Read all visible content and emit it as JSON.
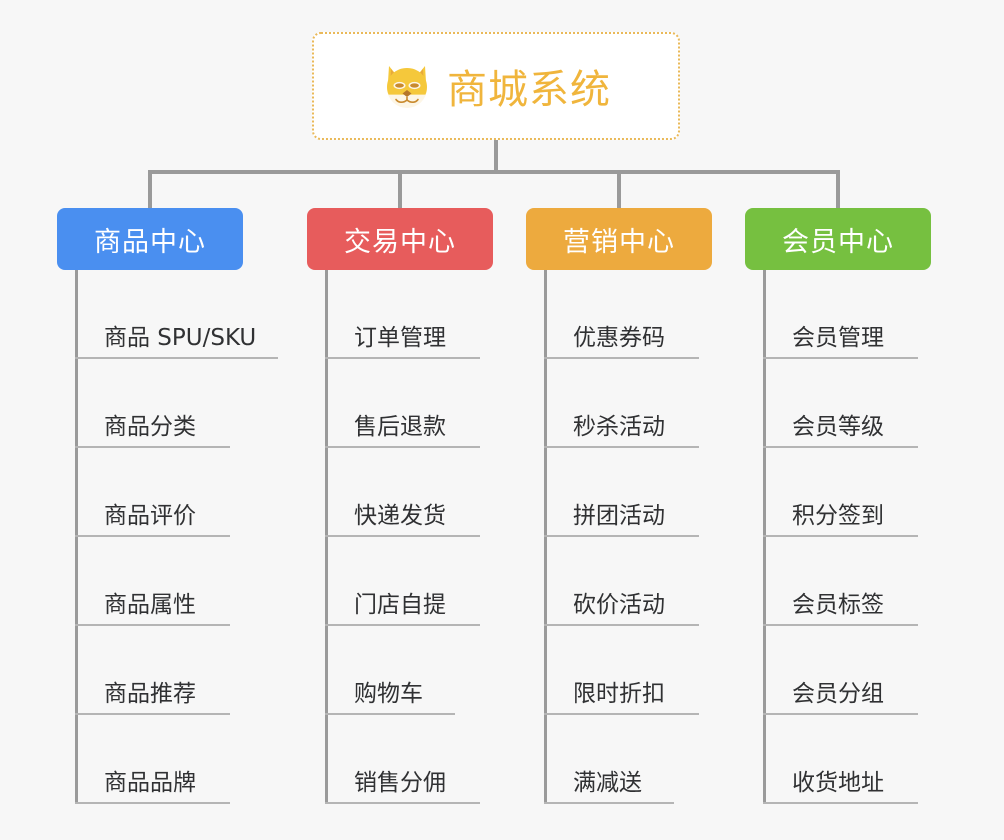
{
  "page": {
    "background_color": "#f7f7f7",
    "line_color": "#9a9a9a",
    "underline_color": "#b5b5b5",
    "leaf_text_color": "#303133"
  },
  "root": {
    "title": "商城系统",
    "emoji": "🐶",
    "emoji_name": "shiba-dog-face-emoji",
    "text_color": "#f0b53c",
    "border_color": "#eab959",
    "background": "#ffffff"
  },
  "columns": [
    {
      "id": "product-center",
      "label": "商品中心",
      "color": "#4a8ff0",
      "leaves": [
        {
          "label": "商品 SPU/SKU",
          "width": "wide"
        },
        {
          "label": "商品分类",
          "width": "std"
        },
        {
          "label": "商品评价",
          "width": "std"
        },
        {
          "label": "商品属性",
          "width": "std"
        },
        {
          "label": "商品推荐",
          "width": "std"
        },
        {
          "label": "商品品牌",
          "width": "std"
        }
      ]
    },
    {
      "id": "trade-center",
      "label": "交易中心",
      "color": "#e75c5c",
      "leaves": [
        {
          "label": "订单管理",
          "width": "std"
        },
        {
          "label": "售后退款",
          "width": "std"
        },
        {
          "label": "快递发货",
          "width": "std"
        },
        {
          "label": "门店自提",
          "width": "std"
        },
        {
          "label": "购物车",
          "width": "narrow"
        },
        {
          "label": "销售分佣",
          "width": "std"
        }
      ]
    },
    {
      "id": "marketing-center",
      "label": "营销中心",
      "color": "#edaa3e",
      "leaves": [
        {
          "label": "优惠券码",
          "width": "std"
        },
        {
          "label": "秒杀活动",
          "width": "std"
        },
        {
          "label": "拼团活动",
          "width": "std"
        },
        {
          "label": "砍价活动",
          "width": "std"
        },
        {
          "label": "限时折扣",
          "width": "std"
        },
        {
          "label": "满减送",
          "width": "narrow"
        }
      ]
    },
    {
      "id": "member-center",
      "label": "会员中心",
      "color": "#76c040",
      "leaves": [
        {
          "label": "会员管理",
          "width": "std"
        },
        {
          "label": "会员等级",
          "width": "std"
        },
        {
          "label": "积分签到",
          "width": "std"
        },
        {
          "label": "会员标签",
          "width": "std"
        },
        {
          "label": "会员分组",
          "width": "std"
        },
        {
          "label": "收货地址",
          "width": "std"
        }
      ]
    }
  ]
}
